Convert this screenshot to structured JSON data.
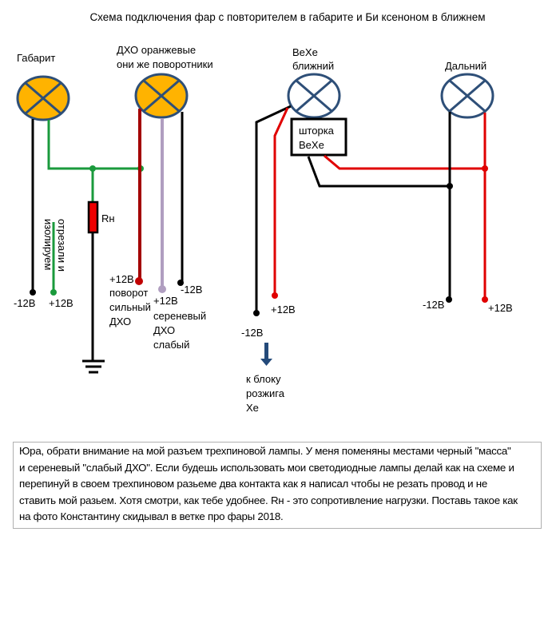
{
  "title": "Схема подключения фар с повторителем в габарите и Би ксеноном в ближнем",
  "colors": {
    "lamp_fill_orange": "#ffb300",
    "lamp_outline": "#2e4f78",
    "wire_black": "#000000",
    "wire_green": "#1a9a3c",
    "wire_dark_red": "#a30000",
    "wire_red": "#e00000",
    "wire_lilac": "#b09ec0",
    "resistor_fill": "#ee0000",
    "arrow_blue": "#244a7a"
  },
  "lamps": {
    "gabarit": {
      "label": "Габарит"
    },
    "dho": {
      "label_line1": "ДХО оранжевые",
      "label_line2": "они же поворотники"
    },
    "bexe": {
      "label_line1": "BeXe",
      "label_line2": "ближний"
    },
    "far": {
      "label": "Дальний"
    }
  },
  "gabarit_wires": {
    "neg_label": "-12В",
    "pos_label": "+12В",
    "cut_note_line1": "отрезали и",
    "cut_note_line2": "изолируем"
  },
  "resistor": {
    "label": "Rн"
  },
  "dho_wires": {
    "red_label_lines": [
      "+12В",
      "поворот",
      "сильный",
      "ДХО"
    ],
    "lilac_label_lines": [
      "+12В",
      "сереневый",
      "ДХО",
      "слабый"
    ],
    "black_label": "-12В"
  },
  "shutter_box": {
    "line1": "шторка",
    "line2": "BeXe"
  },
  "bexe_wires": {
    "neg_label": "-12В",
    "pos_label": "+12В",
    "arrow_label_lines": [
      "к блоку",
      "розжига",
      "Xe"
    ]
  },
  "far_wires": {
    "neg_label": "-12В",
    "pos_label": "+12В"
  },
  "note": {
    "lines": [
      "Юра, обрати внимание на мой разъем трехпиновой лампы. У меня поменяны местами черный \"масса\"",
      "и сереневый \"слабый ДХО\". Если будешь использовать мои светодиодные лампы делай как на схеме и",
      "перепинуй в своем трехпиновом разьеме два контакта как я написал чтобы не резать провод и не",
      "ставить мой разьем. Хотя смотри, как тебе удобнее. Rн - это сопротивление нагрузки. Поставь такое как",
      "на фото Константину скидывал в ветке про фары 2018."
    ]
  }
}
